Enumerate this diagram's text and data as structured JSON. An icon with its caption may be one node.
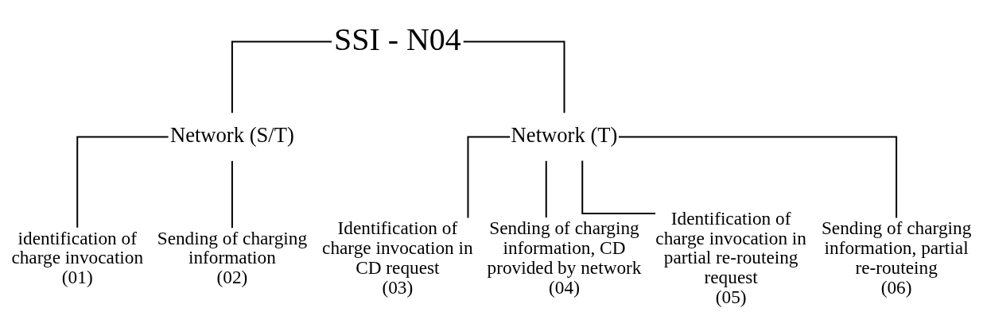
{
  "diagram": {
    "nodes": [
      {
        "text": [
          "SSI - N04"
        ]
      },
      {
        "text": [
          "Network (S/T)"
        ]
      },
      {
        "text": [
          "Network (T)"
        ]
      },
      {
        "text": [
          "identification of charge invocation",
          "(01)"
        ]
      },
      {
        "text": [
          "Sending of charging information",
          "(02)"
        ]
      },
      {
        "text": [
          "Identification of charge invocation in CD request",
          "(03)"
        ]
      },
      {
        "text": [
          "Sending of charging information, CD provided by network",
          "(04)"
        ]
      },
      {
        "text": [
          "Identification of charge invocation in partial re-routeing request",
          "(05)"
        ]
      },
      {
        "text": [
          "Sending of charging information, partial re-routeing",
          "(06)"
        ]
      }
    ],
    "edges": [
      {
        "from": 0,
        "to": 1,
        "arrow": "none"
      },
      {
        "from": 0,
        "to": 2,
        "arrow": "none"
      },
      {
        "from": 1,
        "to": 3,
        "arrow": "none"
      },
      {
        "from": 1,
        "to": 4,
        "arrow": "none"
      },
      {
        "from": 2,
        "to": 5,
        "arrow": "none"
      },
      {
        "from": 2,
        "to": 6,
        "arrow": "none"
      },
      {
        "from": 2,
        "to": 7,
        "arrow": "none"
      },
      {
        "from": 2,
        "to": 8,
        "arrow": "none"
      }
    ]
  }
}
